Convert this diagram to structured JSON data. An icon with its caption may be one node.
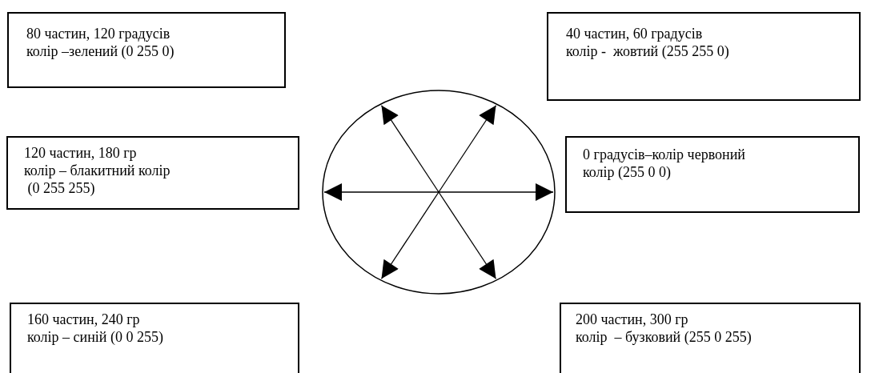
{
  "diagram": {
    "nodes": [
      {
        "text": [
          "80 частин, 120 градусів",
          "колір –зелений (0 255 0)"
        ]
      },
      {
        "text": [
          "40 частин, 60 градусів",
          "колір -  жовтий (255 255 0)"
        ]
      },
      {
        "text": [
          "120 частин, 180 гр",
          "колір – блакитний колір",
          " (0 255 255)"
        ]
      },
      {
        "text": [
          "0 градусів–колір червоний",
          "колір (255 0 0)"
        ]
      },
      {
        "text": [
          "160 частин, 240 гр",
          "колір – синій (0 0 255)"
        ]
      },
      {
        "text": [
          "200 частин, 300 гр",
          "колір  – бузковий (255 0 255)"
        ]
      },
      {
        "text": [],
        "shape": "circle"
      }
    ],
    "edges": [
      {
        "from": null,
        "to": 6,
        "arrow": "to"
      },
      {
        "from": null,
        "to": 6,
        "arrow": "to"
      },
      {
        "from": null,
        "to": 6,
        "arrow": "to"
      },
      {
        "from": null,
        "to": 6,
        "arrow": "to"
      },
      {
        "from": null,
        "to": 6,
        "arrow": "to"
      },
      {
        "from": null,
        "to": 6,
        "arrow": "to"
      }
    ]
  }
}
